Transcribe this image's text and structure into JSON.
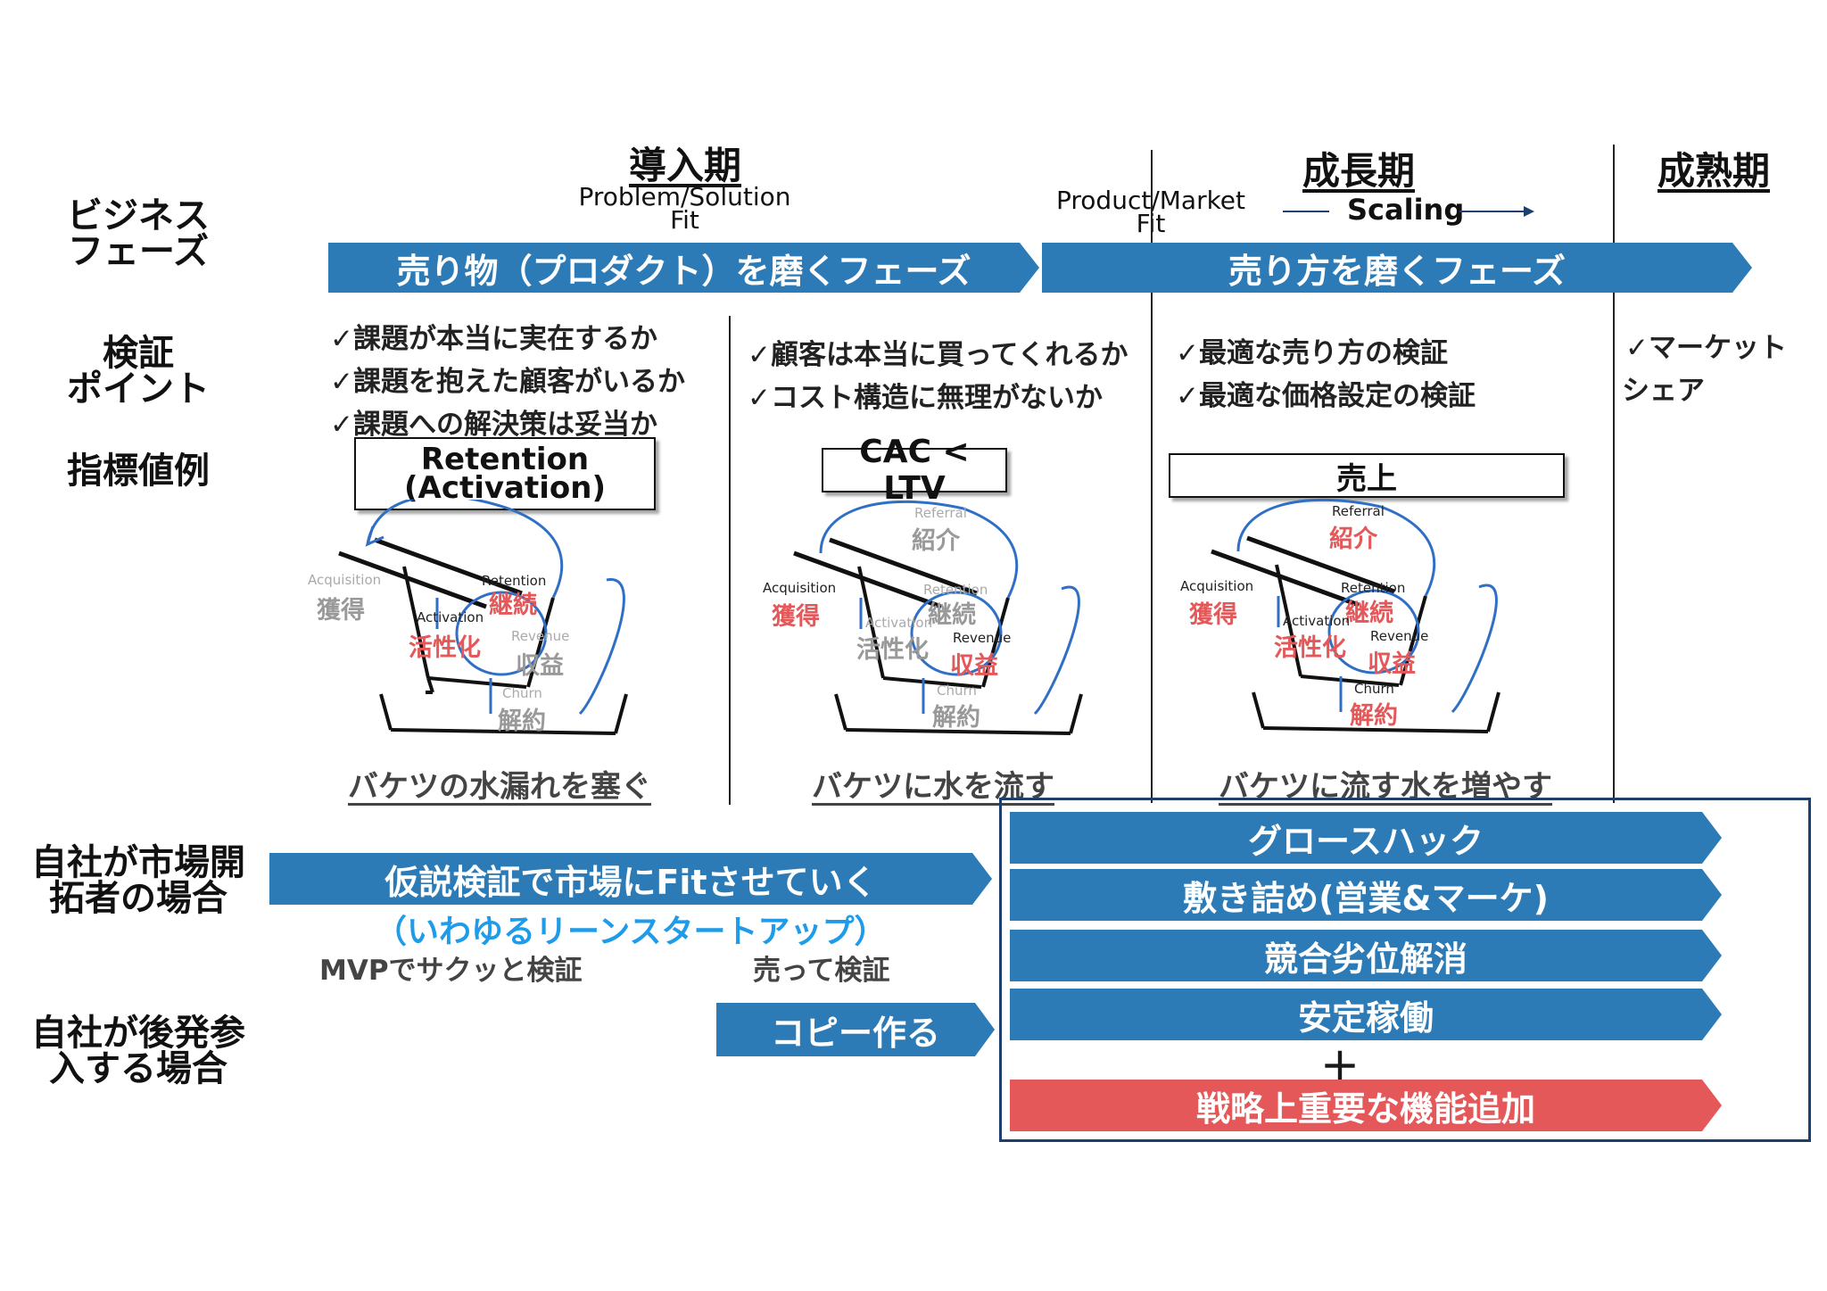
{
  "rows": {
    "business_phase": "ビジネス\nフェーズ",
    "verification": "検証\nポイント",
    "metric": "指標値例",
    "pioneer": "自社が市場開\n拓者の場合",
    "follower": "自社が後発参\n入する場合"
  },
  "phases": {
    "intro": "導入期",
    "growth": "成長期",
    "mature": "成熟期",
    "psf": "Problem/Solution\nFit",
    "pmf": "Product/Market\nFit",
    "scaling": "Scaling"
  },
  "phase_arrows": {
    "product": "売り物（プロダクト）を磨くフェーズ",
    "sales": "売り方を磨くフェーズ"
  },
  "checks": {
    "col1": [
      "✓課題が本当に実在するか",
      "✓課題を抱えた顧客がいるか",
      "✓課題への解決策は妥当か"
    ],
    "col2": [
      "✓顧客は本当に買ってくれるか",
      "✓コスト構造に無理がないか"
    ],
    "col3": [
      "✓最適な売り方の検証",
      "✓最適な価格設定の検証"
    ],
    "col4": [
      "✓マーケット",
      "シェア"
    ]
  },
  "metrics": {
    "col1": "Retention\n(Activation)",
    "col2": "CAC < LTV",
    "col3": "売上"
  },
  "bucket_labels": {
    "acquisition_en": "Acquisition",
    "acquisition_jp": "獲得",
    "activation_en": "Activation",
    "activation_jp": "活性化",
    "retention_en": "Retention",
    "retention_jp": "継続",
    "revenue_en": "Revenue",
    "revenue_jp": "収益",
    "churn_en": "Churn",
    "churn_jp": "解約",
    "referral_en": "Referral",
    "referral_jp": "紹介"
  },
  "captions": {
    "col1": "バケツの水漏れを塞ぐ",
    "col2": "バケツに水を流す",
    "col3": "バケツに流す水を増やす"
  },
  "pioneer": {
    "arrow": "仮説検証で市場にFitさせていく",
    "sub": "（いわゆるリーンスタートアップ）",
    "note1": "MVPでサクッと検証",
    "note2": "売って検証"
  },
  "follower": {
    "arrow": "コピー作る"
  },
  "growth_actions": [
    "グロースハック",
    "敷き詰め(営業&マーケ)",
    "競合劣位解消",
    "安定稼働"
  ],
  "plus": "＋",
  "strategic": "戦略上重要な機能追加",
  "colors": {
    "arrow_blue": "#2c7bb6",
    "arrow_red": "#e4585a",
    "highlight_red": "#e4585a",
    "subtitle_blue": "#1e9be9",
    "frame_navy": "#1d3f6e"
  }
}
